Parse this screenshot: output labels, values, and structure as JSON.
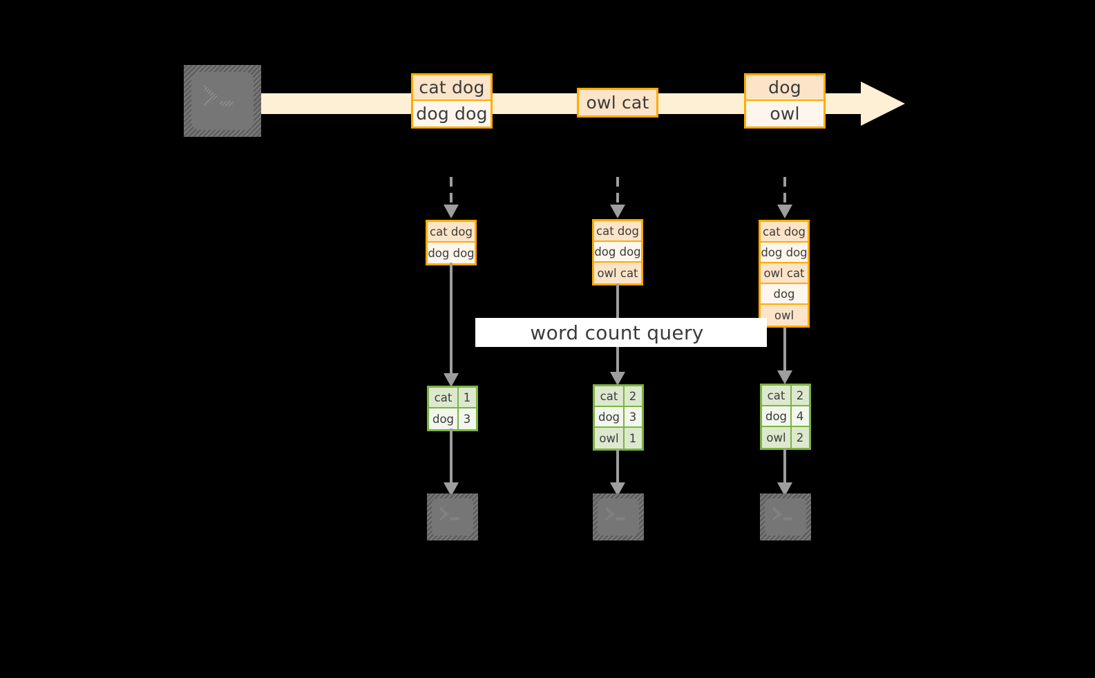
{
  "diagram": {
    "title": "word count query",
    "colors": {
      "background": "#000000",
      "record_border": "#FFAB00",
      "record_fill_dark": "#FCE4C8",
      "record_fill_light": "#FEF6EC",
      "stream_fill": "#FDF0D5",
      "count_border": "#7CB342",
      "count_fill_dark": "#DDE9CE",
      "count_fill_light": "#F1F7EC",
      "connector": "#9E9E9E",
      "terminal_gray": "#767676",
      "band": "#FFFFFF"
    }
  },
  "source": {
    "icon": "terminal-icon"
  },
  "stream": {
    "icon": "stream-arrow-icon",
    "records": [
      {
        "name": "record-group-1",
        "rows": [
          "cat dog",
          "dog dog"
        ]
      },
      {
        "name": "record-group-2",
        "rows": [
          "owl cat"
        ]
      },
      {
        "name": "record-group-3",
        "rows": [
          "dog",
          "owl"
        ]
      }
    ]
  },
  "snapshots": [
    {
      "name": "snapshot-1",
      "input_rows": [
        "cat dog",
        "dog dog"
      ],
      "counts": [
        {
          "word": "cat",
          "count": "1"
        },
        {
          "word": "dog",
          "count": "3"
        }
      ],
      "sink_icon": "terminal-icon"
    },
    {
      "name": "snapshot-2",
      "input_rows": [
        "cat dog",
        "dog dog",
        "owl cat"
      ],
      "counts": [
        {
          "word": "cat",
          "count": "2"
        },
        {
          "word": "dog",
          "count": "3"
        },
        {
          "word": "owl",
          "count": "1"
        }
      ],
      "sink_icon": "terminal-icon"
    },
    {
      "name": "snapshot-3",
      "input_rows": [
        "cat dog",
        "dog dog",
        "owl cat",
        "dog",
        "owl"
      ],
      "counts": [
        {
          "word": "cat",
          "count": "2"
        },
        {
          "word": "dog",
          "count": "4"
        },
        {
          "word": "owl",
          "count": "2"
        }
      ],
      "sink_icon": "terminal-icon"
    }
  ],
  "query": {
    "label": "word count query"
  }
}
